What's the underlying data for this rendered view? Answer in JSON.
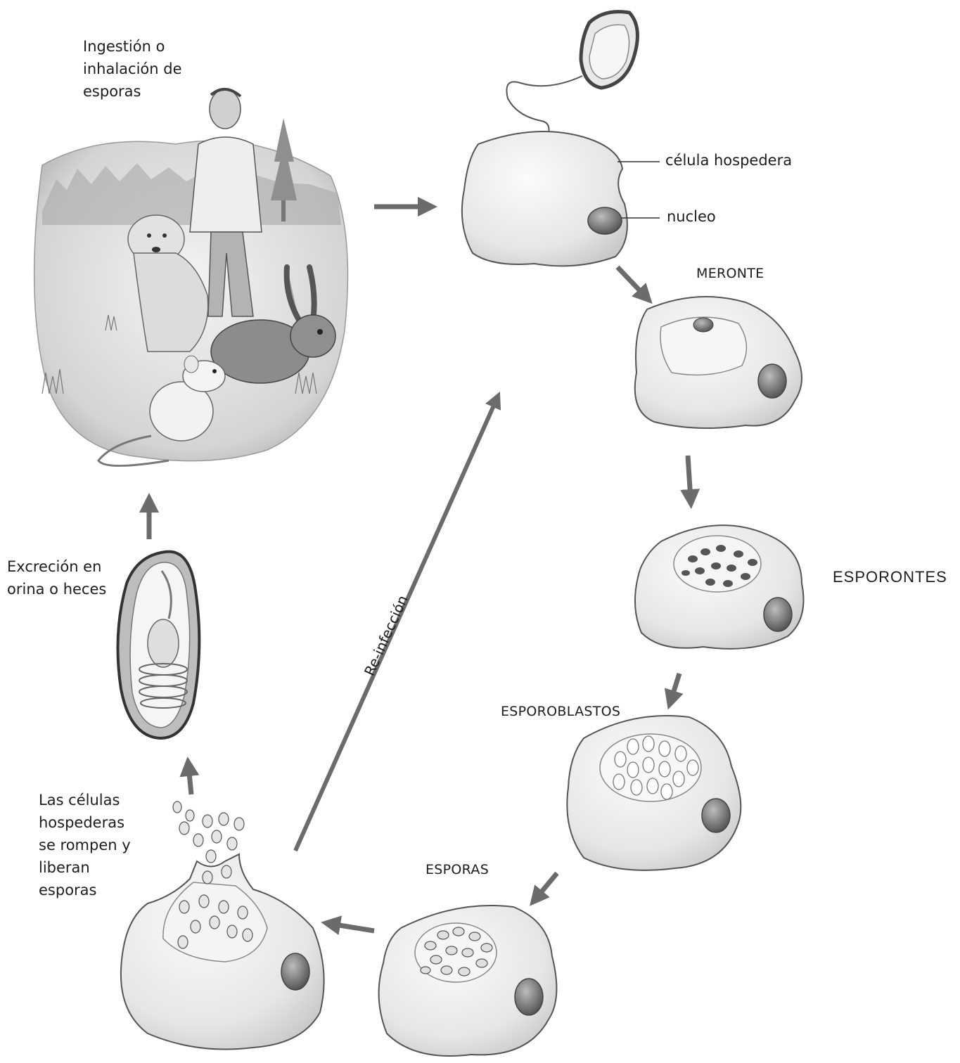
{
  "labels": {
    "ingestion": "Ingestión o\ninhalación de\nesporas",
    "host_cell": "célula hospedera",
    "nucleus": "nucleo",
    "meronte": "MERONTE",
    "esporontes": "ESPORONTES",
    "esporoblastos": "ESPOROBLASTOS",
    "esporas": "ESPORAS",
    "release": "Las células\nhospederas\nse rompen y\nliberan\nesporas",
    "excretion": "Excreción en\norina o heces",
    "reinfection": "Re-infección"
  },
  "colors": {
    "arrow": "#6b6b6b",
    "cell_fill": "#e9e9e9",
    "cell_stroke": "#555555",
    "nucleus": "#7a7a7a"
  }
}
